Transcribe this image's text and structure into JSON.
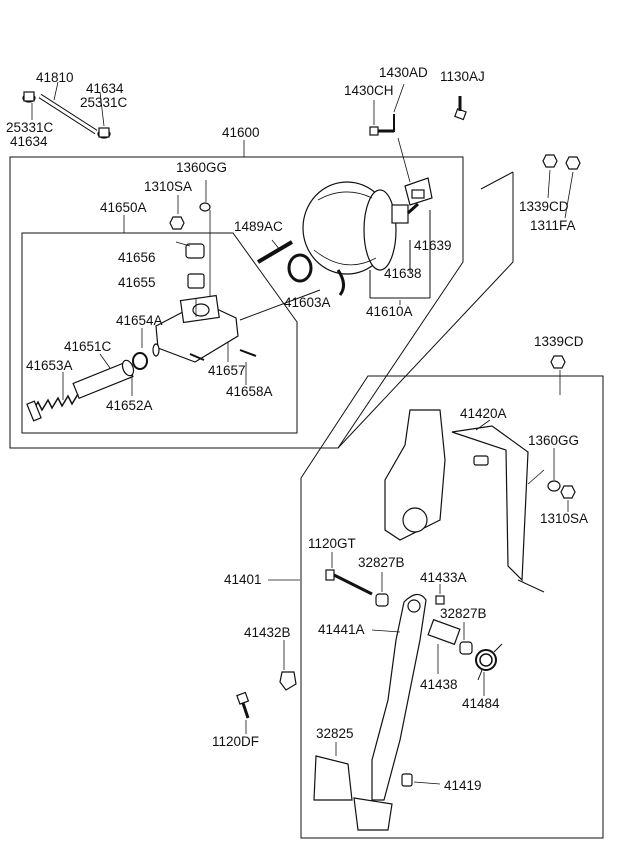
{
  "labels": {
    "p41810": "41810",
    "p41634_top": "41634",
    "p25331c_top": "25331C",
    "p25331c_left": "25331C",
    "p41634_left": "41634",
    "p1430ad": "1430AD",
    "p1430ch": "1430CH",
    "p1130aj": "1130AJ",
    "p41600": "41600",
    "p1360gg_top": "1360GG",
    "p1310sa_top": "1310SA",
    "p41650a": "41650A",
    "p1489ac": "1489AC",
    "p1339cd_top": "1339CD",
    "p1311fa": "1311FA",
    "p41656": "41656",
    "p41655": "41655",
    "p41639": "41639",
    "p41638": "41638",
    "p41603a": "41603A",
    "p41610a": "41610A",
    "p41654a": "41654A",
    "p41651c": "41651C",
    "p41653a": "41653A",
    "p41657": "41657",
    "p41652a": "41652A",
    "p41658a": "41658A",
    "p1339cd_right": "1339CD",
    "p41420a": "41420A",
    "p1360gg_right": "1360GG",
    "p1310sa_right": "1310SA",
    "p1120gt": "1120GT",
    "p32827b_a": "32827B",
    "p41433a": "41433A",
    "p41401": "41401",
    "p32827b_b": "32827B",
    "p41441a": "41441A",
    "p41432b": "41432B",
    "p41438": "41438",
    "p41484": "41484",
    "p1120df": "1120DF",
    "p32825": "32825",
    "p41419": "41419"
  }
}
